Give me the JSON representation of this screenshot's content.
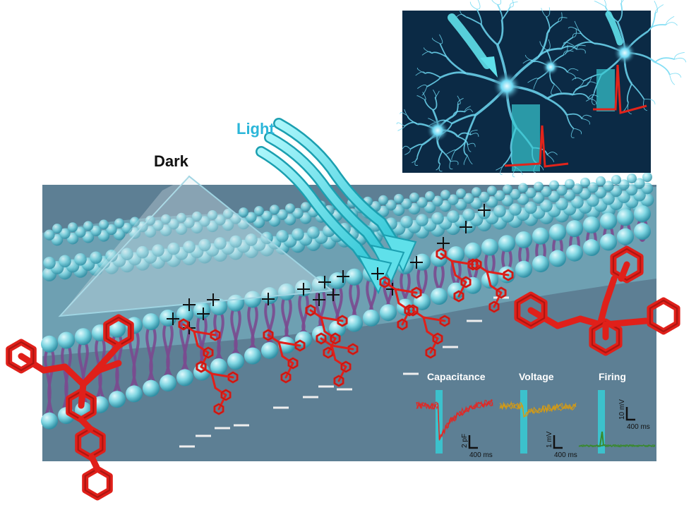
{
  "labels": {
    "light": "Light",
    "dark": "Dark"
  },
  "panels": [
    {
      "title": "Capacitance",
      "scale_y": "2 pF",
      "scale_x": "400 ms",
      "trace_color": "#e8231f"
    },
    {
      "title": "Voltage",
      "scale_y": "1 mV",
      "scale_x": "400 ms",
      "trace_color": "#d79b12"
    },
    {
      "title": "Firing",
      "scale_y": "10 mV",
      "scale_x": "400 ms",
      "trace_color": "#3a8a2e"
    }
  ],
  "colors": {
    "background_panel": "#5d7f94",
    "lipid_head": "#6ed3de",
    "lipid_tail": "#7a4a8f",
    "molecule": "#e0201a",
    "light_arrow": "#5fe0ea",
    "light_text": "#2bb6d9",
    "stimulus_bar": "#38c9d1",
    "neuron_bg": "#0b2a45",
    "neuron_glow": "#6fd8f2",
    "action_potential": "#e2241b"
  },
  "icons": [
    "light-arrow-icon",
    "azobenzene-molecule-icon",
    "neuron-icon",
    "plus-charge-icon",
    "minus-charge-icon"
  ]
}
